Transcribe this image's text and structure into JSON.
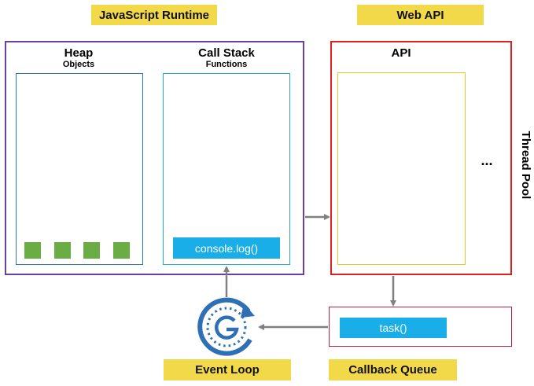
{
  "labels": {
    "js_runtime": "JavaScript Runtime",
    "web_api": "Web API",
    "event_loop": "Event Loop",
    "callback_queue": "Callback Queue",
    "thread_pool": "Thread Pool"
  },
  "heap": {
    "title": "Heap",
    "subtitle": "Objects",
    "object_count": 4
  },
  "call_stack": {
    "title": "Call Stack",
    "subtitle": "Functions",
    "item": "console.log()"
  },
  "web_api_box": {
    "title": "API",
    "ellipsis": "..."
  },
  "callback_queue_box": {
    "item": "task()"
  },
  "icons": {
    "event_loop": "event-loop-cycle-icon"
  },
  "colors": {
    "label_yellow": "#f2d94a",
    "runtime_border": "#6b3fa0",
    "inner_border": "#2e75b6",
    "webapi_border": "#e0201f",
    "api_inner_border": "#e6c726",
    "pill_blue": "#1aaee8",
    "object_green": "#6aad45",
    "arrow_gray": "#808080",
    "icon_blue": "#2e6fb5"
  }
}
